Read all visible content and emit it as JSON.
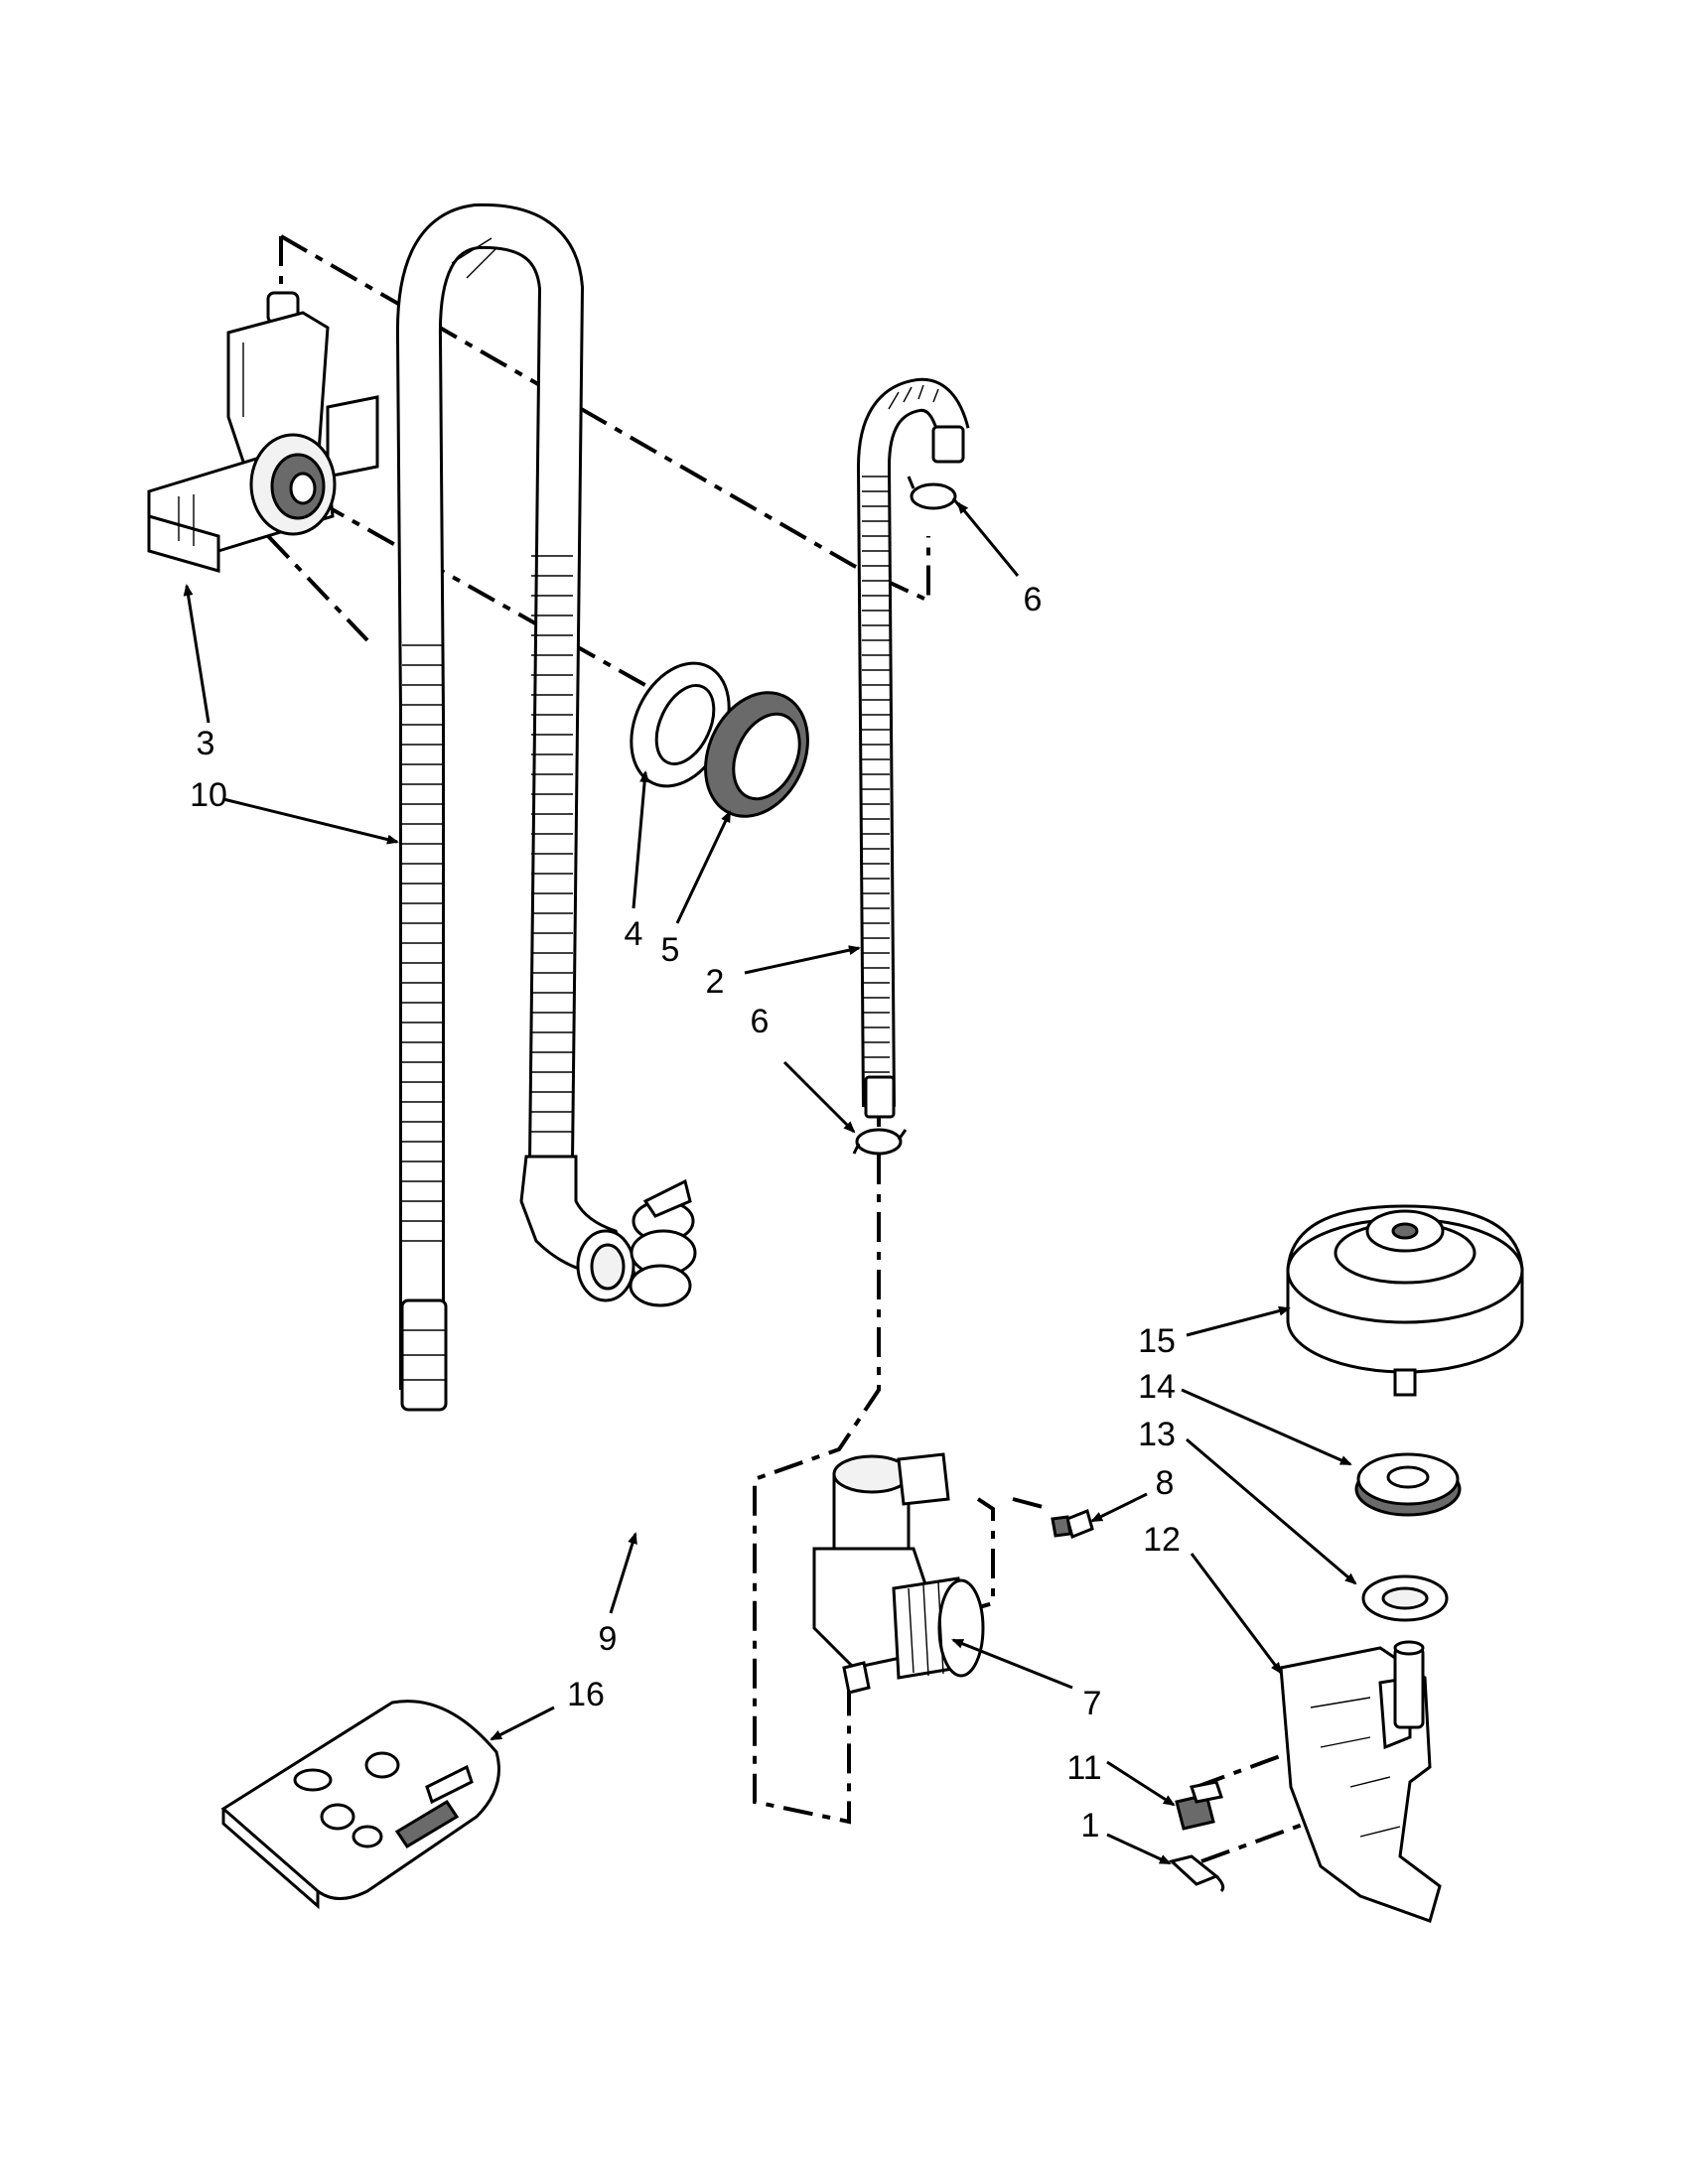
{
  "callouts": [
    {
      "id": "c3",
      "label": "3"
    },
    {
      "id": "c10",
      "label": "10"
    },
    {
      "id": "c4",
      "label": "4"
    },
    {
      "id": "c5",
      "label": "5"
    },
    {
      "id": "c6a",
      "label": "6"
    },
    {
      "id": "c2",
      "label": "2"
    },
    {
      "id": "c6b",
      "label": "6"
    },
    {
      "id": "c9",
      "label": "9"
    },
    {
      "id": "c16",
      "label": "16"
    },
    {
      "id": "c15",
      "label": "15"
    },
    {
      "id": "c14",
      "label": "14"
    },
    {
      "id": "c13",
      "label": "13"
    },
    {
      "id": "c8",
      "label": "8"
    },
    {
      "id": "c12",
      "label": "12"
    },
    {
      "id": "c7",
      "label": "7"
    },
    {
      "id": "c11",
      "label": "11"
    },
    {
      "id": "c1",
      "label": "1"
    }
  ],
  "colors": {
    "line": "#000000",
    "background": "#ffffff",
    "shade": "#6a6a6a"
  }
}
